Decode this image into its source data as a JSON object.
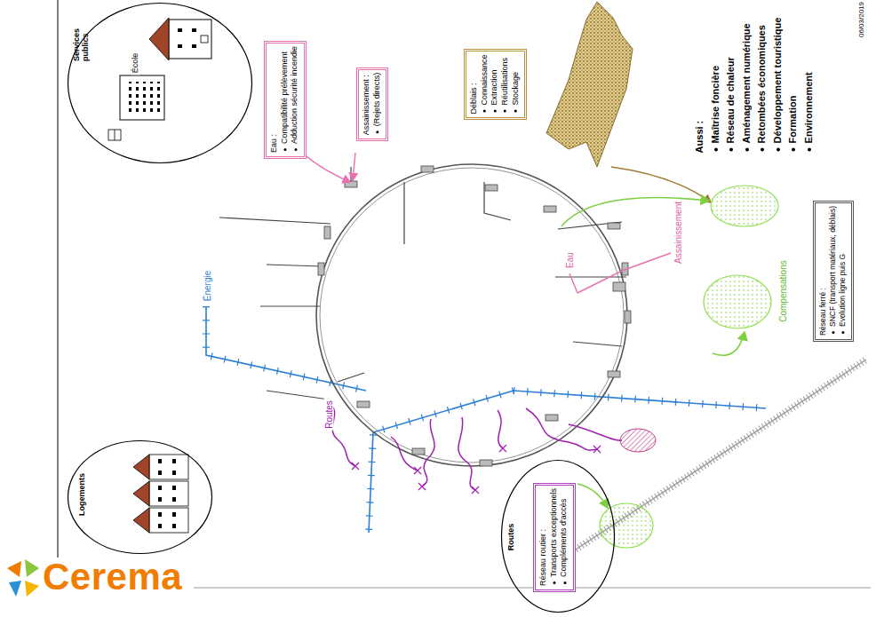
{
  "diagram": {
    "nodes": [
      {
        "text": [
          "Services publics"
        ]
      },
      {
        "text": [
          "Eau :",
          "Compatibilité prélèvement",
          "Adduction sécurité incendie"
        ]
      },
      {
        "text": [
          "Assainissement :",
          "(Rejets directs)"
        ]
      },
      {
        "text": [
          "Déblais :",
          "Connaissance",
          "Extraction",
          "Réutilisations",
          "Stockage"
        ]
      },
      {
        "text": [
          "Réseau ferré :",
          "SNCF (transport matériaux, déblais)",
          "Evolution ligne puis G"
        ]
      },
      {
        "text": [
          "Logements"
        ]
      },
      {
        "text": [
          "Routes"
        ]
      },
      {
        "text": [
          "Réseau routier :",
          "Transports exceptionnels",
          "Compléments d'accès"
        ],
        "in": 6
      }
    ],
    "labels": [
      "École",
      "Aussi :",
      "Maîtrise foncière",
      "Réseau de chaleur",
      "Aménagement numérique",
      "Retombées économiques",
      "Développement touristique",
      "Formation",
      "Environnement",
      "06/03/2019",
      "Compensations",
      "Énergie",
      "Eau",
      "Assainissement",
      "Routes",
      "Cerema"
    ]
  }
}
